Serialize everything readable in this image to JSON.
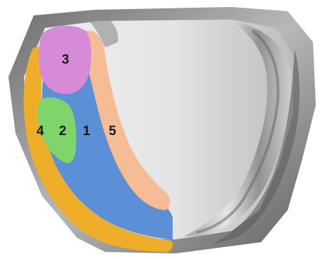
{
  "diagram": {
    "regions": [
      {
        "label": "1",
        "color": "#5b8fd6"
      },
      {
        "label": "2",
        "color": "#7fd46a"
      },
      {
        "label": "3",
        "color": "#d78ad8"
      },
      {
        "label": "4",
        "color": "#efae2a"
      },
      {
        "label": "5",
        "color": "#f6bc95"
      }
    ],
    "model_colors": {
      "background": "#ffffff",
      "rim_dark": "#7d7d7d",
      "rim_light": "#c9c9c9",
      "surface": "#e7e7e7"
    }
  }
}
